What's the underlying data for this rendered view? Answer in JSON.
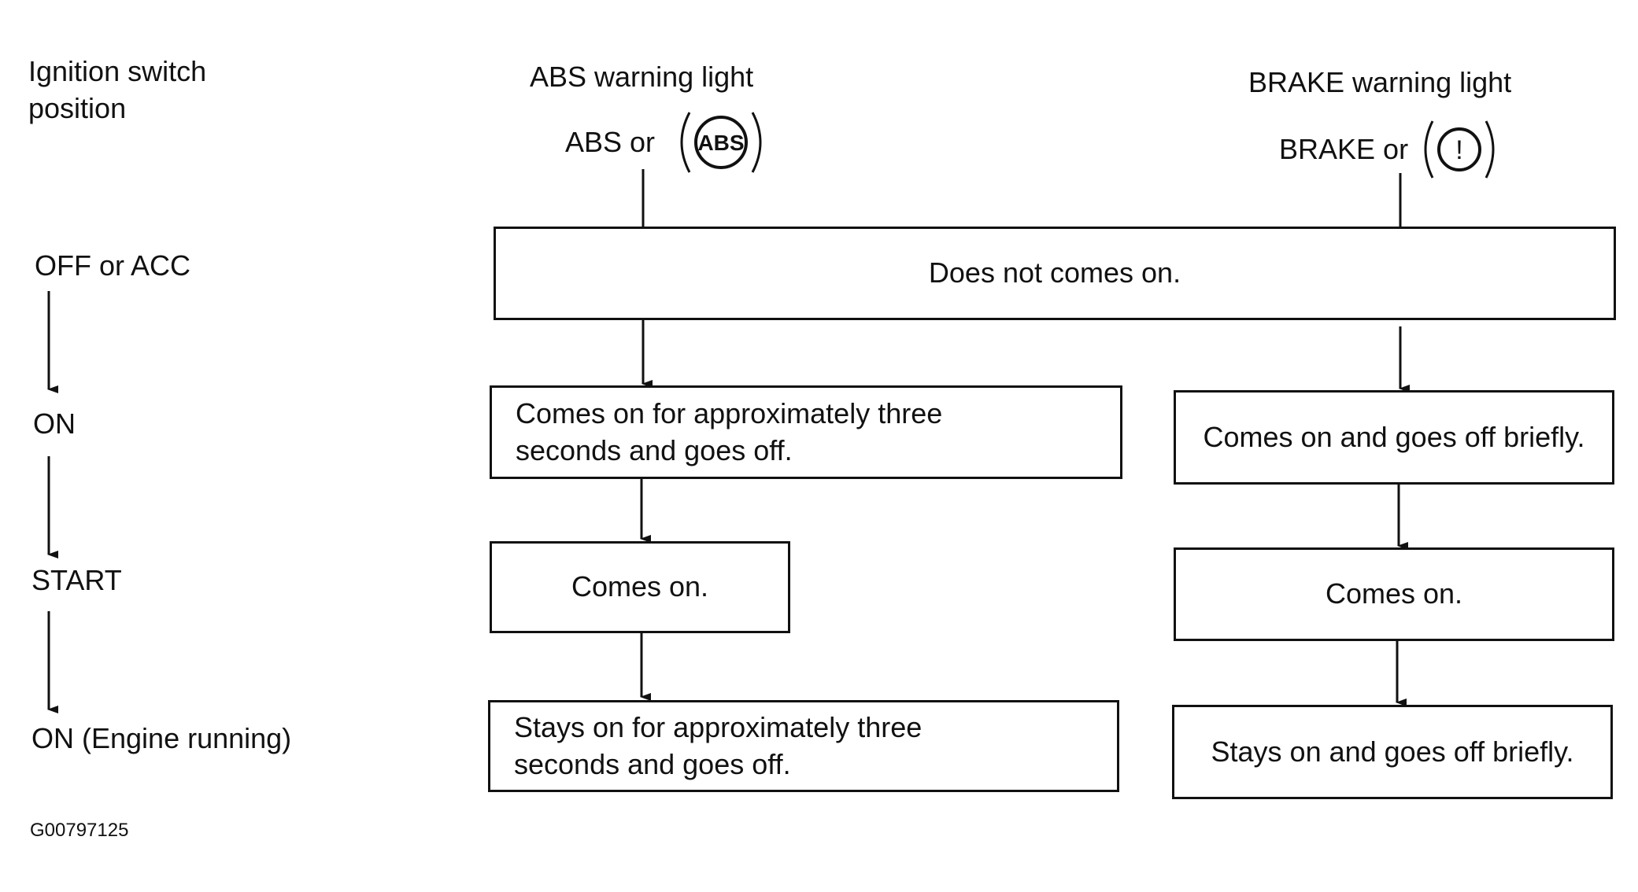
{
  "column_headers": {
    "position": "Ignition switch\nposition",
    "abs": "ABS warning light",
    "brake": "BRAKE warning light"
  },
  "indicators": {
    "abs_prefix": "ABS or",
    "abs_symbol_text": "ABS",
    "brake_prefix": "BRAKE or",
    "brake_symbol_text": "!"
  },
  "positions": [
    "OFF or ACC",
    "ON",
    "START",
    "ON (Engine running)"
  ],
  "combined_state": "Does not comes on.",
  "abs_states": [
    "Comes on for approximately three\nseconds and goes off.",
    "Comes on.",
    "Stays on for approximately three\nseconds and goes off."
  ],
  "brake_states": [
    "Comes on and goes off briefly.",
    "Comes on.",
    "Stays on and goes off briefly."
  ],
  "figure_id": "G00797125"
}
